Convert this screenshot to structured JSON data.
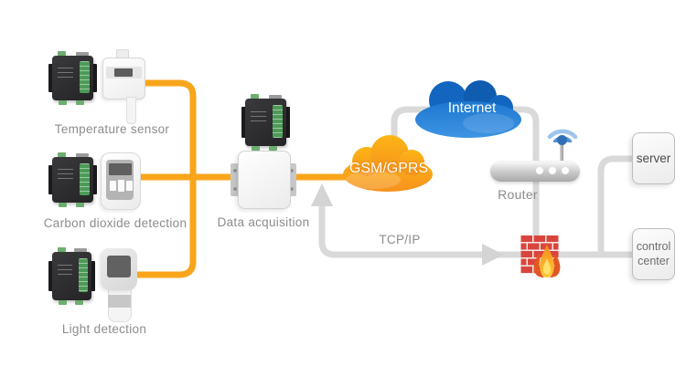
{
  "diagram": {
    "nodes": {
      "temperature_sensor": {
        "label": "Temperature sensor"
      },
      "carbon_dioxide": {
        "label": "Carbon dioxide detection"
      },
      "light_detection": {
        "label": "Light detection"
      },
      "data_acquisition": {
        "label": "Data acquisition"
      },
      "gsm_cloud": {
        "label": "GSM/GPRS"
      },
      "internet_cloud": {
        "label": "Internet"
      },
      "router": {
        "label": "Router"
      },
      "server": {
        "label": "server"
      },
      "control_center": {
        "label": "control center"
      }
    },
    "links": {
      "tcp_ip": {
        "label": "TCP/IP"
      }
    },
    "icons": [
      "serial-module-icon",
      "temperature-sensor-icon",
      "co2-meter-icon",
      "light-meter-icon",
      "data-acquisition-box-icon",
      "gsm-cloud-icon",
      "internet-cloud-icon",
      "router-icon",
      "wifi-icon",
      "firewall-icon",
      "arrow-up-icon",
      "arrow-right-icon"
    ],
    "colors": {
      "sensor_line": "#F9A51B",
      "network_line": "#D9D9D9",
      "gsm_cloud": "#F6921E",
      "internet_cloud": "#1E78D0",
      "firewall_brick": "#D9453D",
      "label_text": "#8C8C8C"
    }
  }
}
